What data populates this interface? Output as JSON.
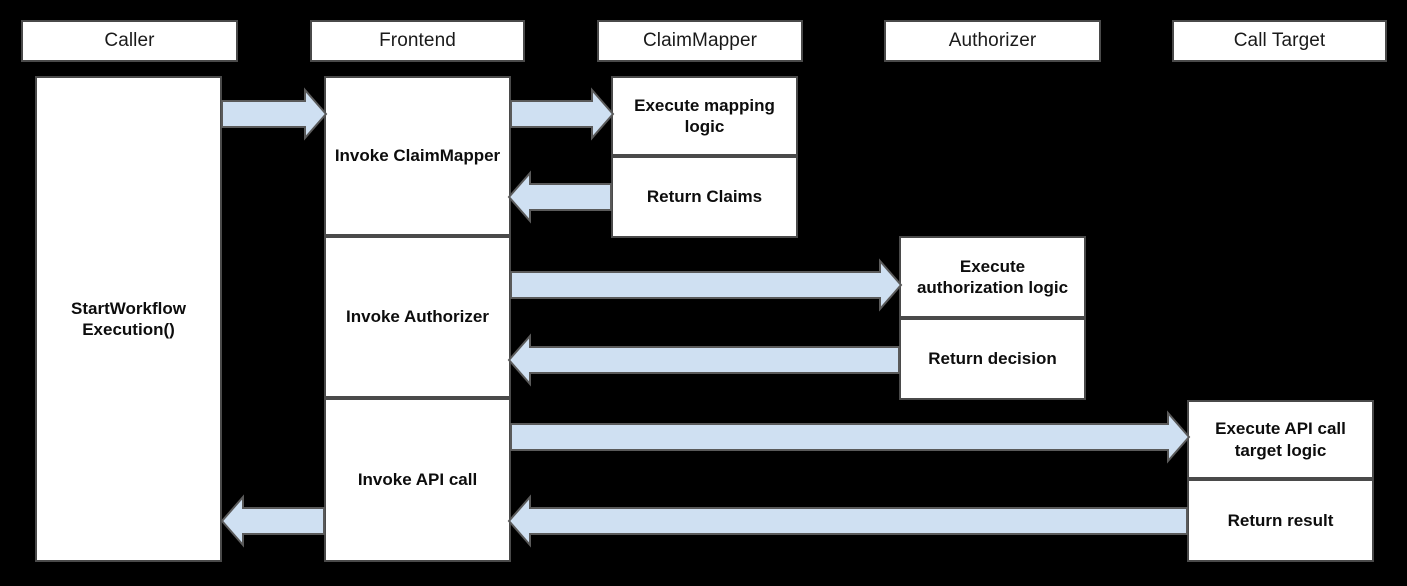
{
  "diagram": {
    "title": "Caller / Frontend / ClaimMapper / Authorizer / Call Target sequence",
    "type": "sequence-diagram",
    "background_color": "#000000",
    "box_fill": "#ffffff",
    "box_stroke": "#4a4a4a",
    "arrow_fill": "#cfe0f2",
    "arrow_stroke": "#5a5a5a"
  },
  "lanes": [
    {
      "id": "caller",
      "label": "Caller"
    },
    {
      "id": "frontend",
      "label": "Frontend"
    },
    {
      "id": "claimmapper",
      "label": "ClaimMapper"
    },
    {
      "id": "authorizer",
      "label": "Authorizer"
    },
    {
      "id": "calltarget",
      "label": "Call Target"
    }
  ],
  "activities": {
    "caller": {
      "label": "StartWorkflow Execution()"
    },
    "frontend": [
      {
        "label": "Invoke ClaimMapper"
      },
      {
        "label": "Invoke Authorizer"
      },
      {
        "label": "Invoke API call"
      }
    ],
    "claimmapper": [
      {
        "label": "Execute mapping logic"
      },
      {
        "label": "Return Claims"
      }
    ],
    "authorizer": [
      {
        "label": "Execute authorization logic"
      },
      {
        "label": "Return decision"
      }
    ],
    "calltarget": [
      {
        "label": "Execute API call target logic"
      },
      {
        "label": "Return result"
      }
    ]
  },
  "messages": [
    {
      "id": "m1",
      "direction": "right",
      "from": "caller",
      "to": "frontend",
      "label": ""
    },
    {
      "id": "m2",
      "direction": "right",
      "from": "frontend",
      "to": "claimmapper",
      "label": ""
    },
    {
      "id": "m3",
      "direction": "left",
      "from": "claimmapper",
      "to": "frontend",
      "label": ""
    },
    {
      "id": "m4",
      "direction": "right",
      "from": "frontend",
      "to": "authorizer",
      "label": ""
    },
    {
      "id": "m5",
      "direction": "left",
      "from": "authorizer",
      "to": "frontend",
      "label": ""
    },
    {
      "id": "m6",
      "direction": "right",
      "from": "frontend",
      "to": "calltarget",
      "label": ""
    },
    {
      "id": "m7",
      "direction": "left",
      "from": "calltarget",
      "to": "frontend",
      "label": ""
    },
    {
      "id": "m8",
      "direction": "left",
      "from": "frontend",
      "to": "caller",
      "label": ""
    }
  ]
}
